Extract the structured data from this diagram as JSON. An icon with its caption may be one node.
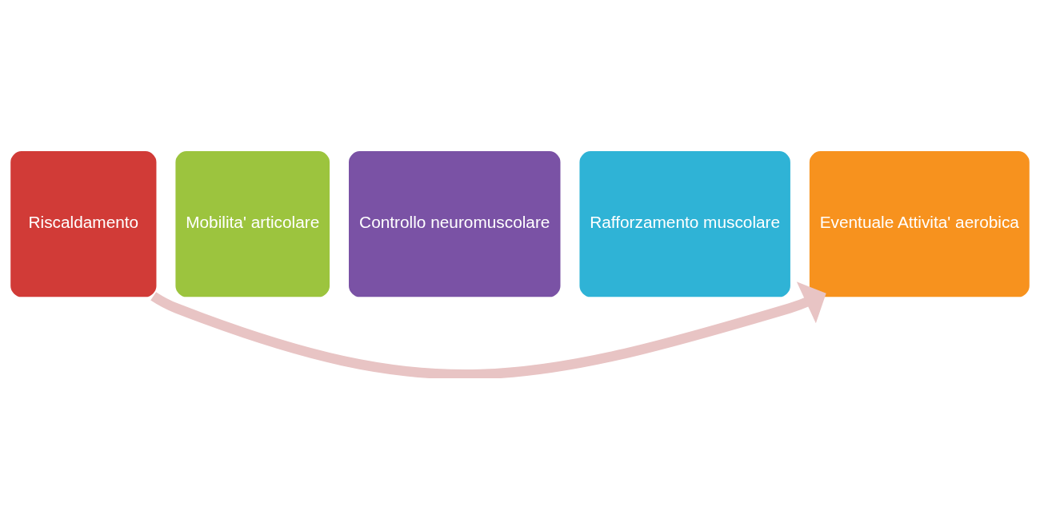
{
  "diagram": {
    "nodes": [
      {
        "text": [
          "Riscaldamento"
        ]
      },
      {
        "text": [
          "Mobilita' articolare"
        ]
      },
      {
        "text": [
          "Controllo neuromuscolare"
        ]
      },
      {
        "text": [
          "Rafforzamento muscolare"
        ]
      },
      {
        "text": [
          "Eventuale Attivita' aerobica"
        ]
      }
    ],
    "edges": [
      {
        "from": 0,
        "to": 4,
        "arrow": "to",
        "color": "#e8c4c4"
      }
    ]
  }
}
